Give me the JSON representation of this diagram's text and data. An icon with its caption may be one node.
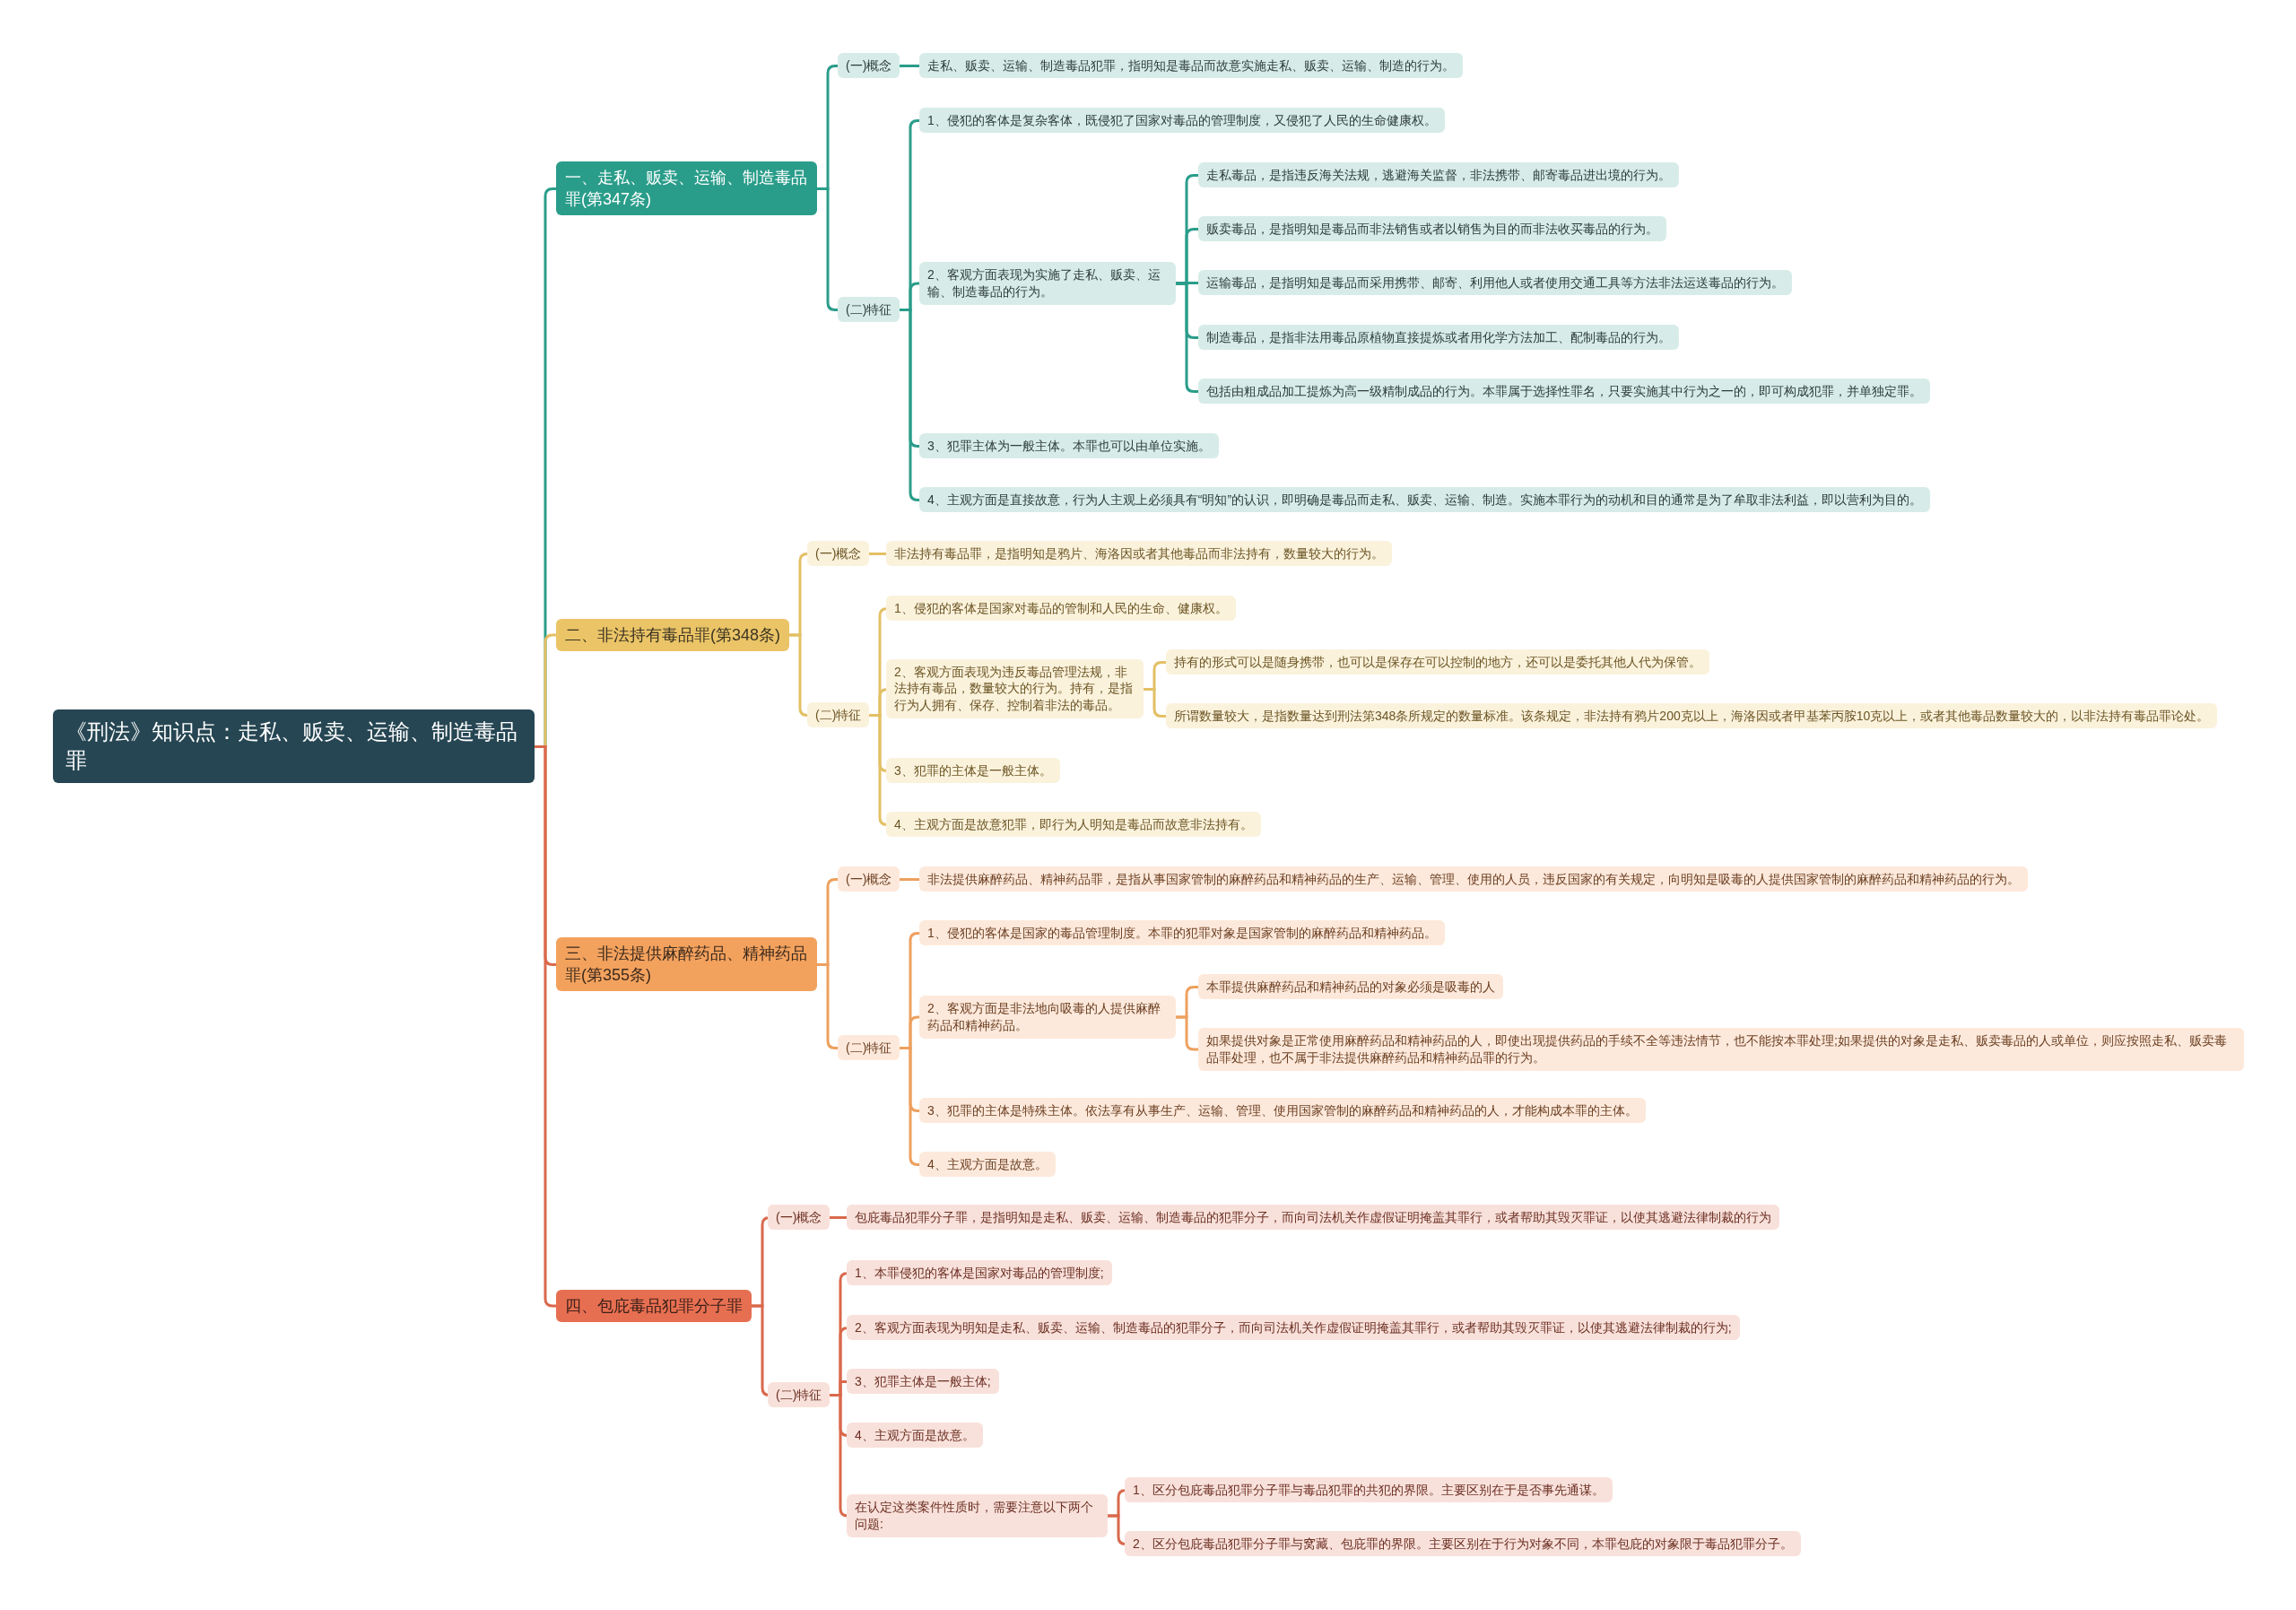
{
  "diagram": {
    "nodes": [
      {
        "text": [
          "《刑法》知识点：走私、贩卖、运输、制造毒品罪"
        ]
      },
      {
        "text": [
          "一、走私、贩卖、运输、制造毒品罪(第347条)"
        ]
      },
      {
        "text": [
          "(一)概念"
        ]
      },
      {
        "text": [
          "走私、贩卖、运输、制造毒品犯罪，指明知是毒品而故意实施走私、贩卖、运输、制造的行为。"
        ]
      },
      {
        "text": [
          "(二)特征"
        ]
      },
      {
        "text": [
          "1、侵犯的客体是复杂客体，既侵犯了国家对毒品的管理制度，又侵犯了人民的生命健康权。"
        ]
      },
      {
        "text": [
          "2、客观方面表现为实施了走私、贩卖、运输、制造毒品的行为。"
        ]
      },
      {
        "text": [
          "走私毒品，是指违反海关法规，逃避海关监督，非法携带、邮寄毒品进出境的行为。"
        ]
      },
      {
        "text": [
          "贩卖毒品，是指明知是毒品而非法销售或者以销售为目的而非法收买毒品的行为。"
        ]
      },
      {
        "text": [
          "运输毒品，是指明知是毒品而采用携带、邮寄、利用他人或者使用交通工具等方法非法运送毒品的行为。"
        ]
      },
      {
        "text": [
          "制造毒品，是指非法用毒品原植物直接提炼或者用化学方法加工、配制毒品的行为。"
        ]
      },
      {
        "text": [
          "包括由粗成品加工提炼为高一级精制成品的行为。本罪属于选择性罪名，只要实施其中行为之一的，即可构成犯罪，并单独定罪。"
        ]
      },
      {
        "text": [
          "3、犯罪主体为一般主体。本罪也可以由单位实施。"
        ]
      },
      {
        "text": [
          "4、主观方面是直接故意，行为人主观上必须具有“明知”的认识，即明确是毒品而走私、贩卖、运输、制造。实施本罪行为的动机和目的通常是为了牟取非法利益，即以营利为目的。"
        ]
      },
      {
        "text": [
          "二、非法持有毒品罪(第348条)"
        ]
      },
      {
        "text": [
          "(一)概念"
        ]
      },
      {
        "text": [
          "非法持有毒品罪，是指明知是鸦片、海洛因或者其他毒品而非法持有，数量较大的行为。"
        ]
      },
      {
        "text": [
          "(二)特征"
        ]
      },
      {
        "text": [
          "1、侵犯的客体是国家对毒品的管制和人民的生命、健康权。"
        ]
      },
      {
        "text": [
          "2、客观方面表现为违反毒品管理法规，非法持有毒品，数量较大的行为。持有，是指行为人拥有、保存、控制着非法的毒品。"
        ]
      },
      {
        "text": [
          "持有的形式可以是随身携带，也可以是保存在可以控制的地方，还可以是委托其他人代为保管。"
        ]
      },
      {
        "text": [
          "所谓数量较大，是指数量达到刑法第348条所规定的数量标准。该条规定，非法持有鸦片200克以上，海洛因或者甲基苯丙胺10克以上，或者其他毒品数量较大的，以非法持有毒品罪论处。"
        ]
      },
      {
        "text": [
          "3、犯罪的主体是一般主体。"
        ]
      },
      {
        "text": [
          "4、主观方面是故意犯罪，即行为人明知是毒品而故意非法持有。"
        ]
      },
      {
        "text": [
          "三、非法提供麻醉药品、精神药品罪(第355条)"
        ]
      },
      {
        "text": [
          "(一)概念"
        ]
      },
      {
        "text": [
          "非法提供麻醉药品、精神药品罪，是指从事国家管制的麻醉药品和精神药品的生产、运输、管理、使用的人员，违反国家的有关规定，向明知是吸毒的人提供国家管制的麻醉药品和精神药品的行为。"
        ]
      },
      {
        "text": [
          "(二)特征"
        ]
      },
      {
        "text": [
          "1、侵犯的客体是国家的毒品管理制度。本罪的犯罪对象是国家管制的麻醉药品和精神药品。"
        ]
      },
      {
        "text": [
          "2、客观方面是非法地向吸毒的人提供麻醉药品和精神药品。"
        ]
      },
      {
        "text": [
          "本罪提供麻醉药品和精神药品的对象必须是吸毒的人"
        ]
      },
      {
        "text": [
          "如果提供对象是正常使用麻醉药品和精神药品的人，即使出现提供药品的手续不全等违法情节，也不能按本罪处理;如果提供的对象是走私、贩卖毒品的人或单位，则应按照走私、贩卖毒品罪处理，也不属于非法提供麻醉药品和精神药品罪的行为。"
        ]
      },
      {
        "text": [
          "3、犯罪的主体是特殊主体。依法享有从事生产、运输、管理、使用国家管制的麻醉药品和精神药品的人，才能构成本罪的主体。"
        ]
      },
      {
        "text": [
          "4、主观方面是故意。"
        ]
      },
      {
        "text": [
          "四、包庇毒品犯罪分子罪"
        ]
      },
      {
        "text": [
          "(一)概念"
        ]
      },
      {
        "text": [
          "包庇毒品犯罪分子罪，是指明知是走私、贩卖、运输、制造毒品的犯罪分子，而向司法机关作虚假证明掩盖其罪行，或者帮助其毁灭罪证，以使其逃避法律制裁的行为"
        ]
      },
      {
        "text": [
          "(二)特征"
        ]
      },
      {
        "text": [
          "1、本罪侵犯的客体是国家对毒品的管理制度;"
        ]
      },
      {
        "text": [
          "2、客观方面表现为明知是走私、贩卖、运输、制造毒品的犯罪分子，而向司法机关作虚假证明掩盖其罪行，或者帮助其毁灭罪证，以使其逃避法律制裁的行为;"
        ]
      },
      {
        "text": [
          "3、犯罪主体是一般主体;"
        ]
      },
      {
        "text": [
          "4、主观方面是故意。"
        ]
      },
      {
        "text": [
          "在认定这类案件性质时，需要注意以下两个问题:"
        ]
      },
      {
        "text": [
          "1、区分包庇毒品犯罪分子罪与毒品犯罪的共犯的界限。主要区别在于是否事先通谋。"
        ]
      },
      {
        "text": [
          "2、区分包庇毒品犯罪分子罪与窝藏、包庇罪的界限。主要区别在于行为对象不同，本罪包庇的对象限于毒品犯罪分子。"
        ]
      }
    ],
    "edges": [
      {
        "from": 0,
        "to": 1,
        "arrow": "none",
        "color": "#2a9d8a"
      },
      {
        "from": 1,
        "to": 2,
        "arrow": "none",
        "color": "#2a9d8a"
      },
      {
        "from": 2,
        "to": 3,
        "arrow": "none",
        "color": "#2a9d8a"
      },
      {
        "from": 1,
        "to": 4,
        "arrow": "none",
        "color": "#2a9d8a"
      },
      {
        "from": 4,
        "to": 5,
        "arrow": "none",
        "color": "#2a9d8a"
      },
      {
        "from": 4,
        "to": 6,
        "arrow": "none",
        "color": "#2a9d8a"
      },
      {
        "from": 6,
        "to": 7,
        "arrow": "none",
        "color": "#2a9d8a"
      },
      {
        "from": 6,
        "to": 8,
        "arrow": "none",
        "color": "#2a9d8a"
      },
      {
        "from": 6,
        "to": 9,
        "arrow": "none",
        "color": "#2a9d8a"
      },
      {
        "from": 6,
        "to": 10,
        "arrow": "none",
        "color": "#2a9d8a"
      },
      {
        "from": 6,
        "to": 11,
        "arrow": "none",
        "color": "#2a9d8a"
      },
      {
        "from": 4,
        "to": 12,
        "arrow": "none",
        "color": "#2a9d8a"
      },
      {
        "from": 4,
        "to": 13,
        "arrow": "none",
        "color": "#2a9d8a"
      },
      {
        "from": 0,
        "to": 14,
        "arrow": "none",
        "color": "#e3c065"
      },
      {
        "from": 14,
        "to": 15,
        "arrow": "none",
        "color": "#e3c065"
      },
      {
        "from": 15,
        "to": 16,
        "arrow": "none",
        "color": "#e3c065"
      },
      {
        "from": 14,
        "to": 17,
        "arrow": "none",
        "color": "#e3c065"
      },
      {
        "from": 17,
        "to": 18,
        "arrow": "none",
        "color": "#e3c065"
      },
      {
        "from": 17,
        "to": 19,
        "arrow": "none",
        "color": "#e3c065"
      },
      {
        "from": 19,
        "to": 20,
        "arrow": "none",
        "color": "#e3c065"
      },
      {
        "from": 19,
        "to": 21,
        "arrow": "none",
        "color": "#e3c065"
      },
      {
        "from": 17,
        "to": 22,
        "arrow": "none",
        "color": "#e3c065"
      },
      {
        "from": 17,
        "to": 23,
        "arrow": "none",
        "color": "#e3c065"
      },
      {
        "from": 0,
        "to": 24,
        "arrow": "none",
        "color": "#d9694c"
      },
      {
        "from": 24,
        "to": 25,
        "arrow": "none",
        "color": "#eda05f"
      },
      {
        "from": 25,
        "to": 26,
        "arrow": "none",
        "color": "#eda05f"
      },
      {
        "from": 24,
        "to": 27,
        "arrow": "none",
        "color": "#eda05f"
      },
      {
        "from": 27,
        "to": 28,
        "arrow": "none",
        "color": "#eda05f"
      },
      {
        "from": 27,
        "to": 29,
        "arrow": "none",
        "color": "#eda05f"
      },
      {
        "from": 29,
        "to": 30,
        "arrow": "none",
        "color": "#eda05f"
      },
      {
        "from": 29,
        "to": 31,
        "arrow": "none",
        "color": "#eda05f"
      },
      {
        "from": 27,
        "to": 32,
        "arrow": "none",
        "color": "#eda05f"
      },
      {
        "from": 27,
        "to": 33,
        "arrow": "none",
        "color": "#eda05f"
      },
      {
        "from": 0,
        "to": 34,
        "arrow": "none",
        "color": "#d9694c"
      },
      {
        "from": 34,
        "to": 35,
        "arrow": "none",
        "color": "#d9694c"
      },
      {
        "from": 35,
        "to": 36,
        "arrow": "none",
        "color": "#d9694c"
      },
      {
        "from": 34,
        "to": 37,
        "arrow": "none",
        "color": "#d9694c"
      },
      {
        "from": 37,
        "to": 38,
        "arrow": "none",
        "color": "#d9694c"
      },
      {
        "from": 37,
        "to": 39,
        "arrow": "none",
        "color": "#d9694c"
      },
      {
        "from": 37,
        "to": 40,
        "arrow": "none",
        "color": "#d9694c"
      },
      {
        "from": 37,
        "to": 41,
        "arrow": "none",
        "color": "#d9694c"
      },
      {
        "from": 37,
        "to": 42,
        "arrow": "none",
        "color": "#d9694c"
      },
      {
        "from": 42,
        "to": 43,
        "arrow": "none",
        "color": "#d9694c"
      },
      {
        "from": 42,
        "to": 44,
        "arrow": "none",
        "color": "#d9694c"
      }
    ]
  }
}
